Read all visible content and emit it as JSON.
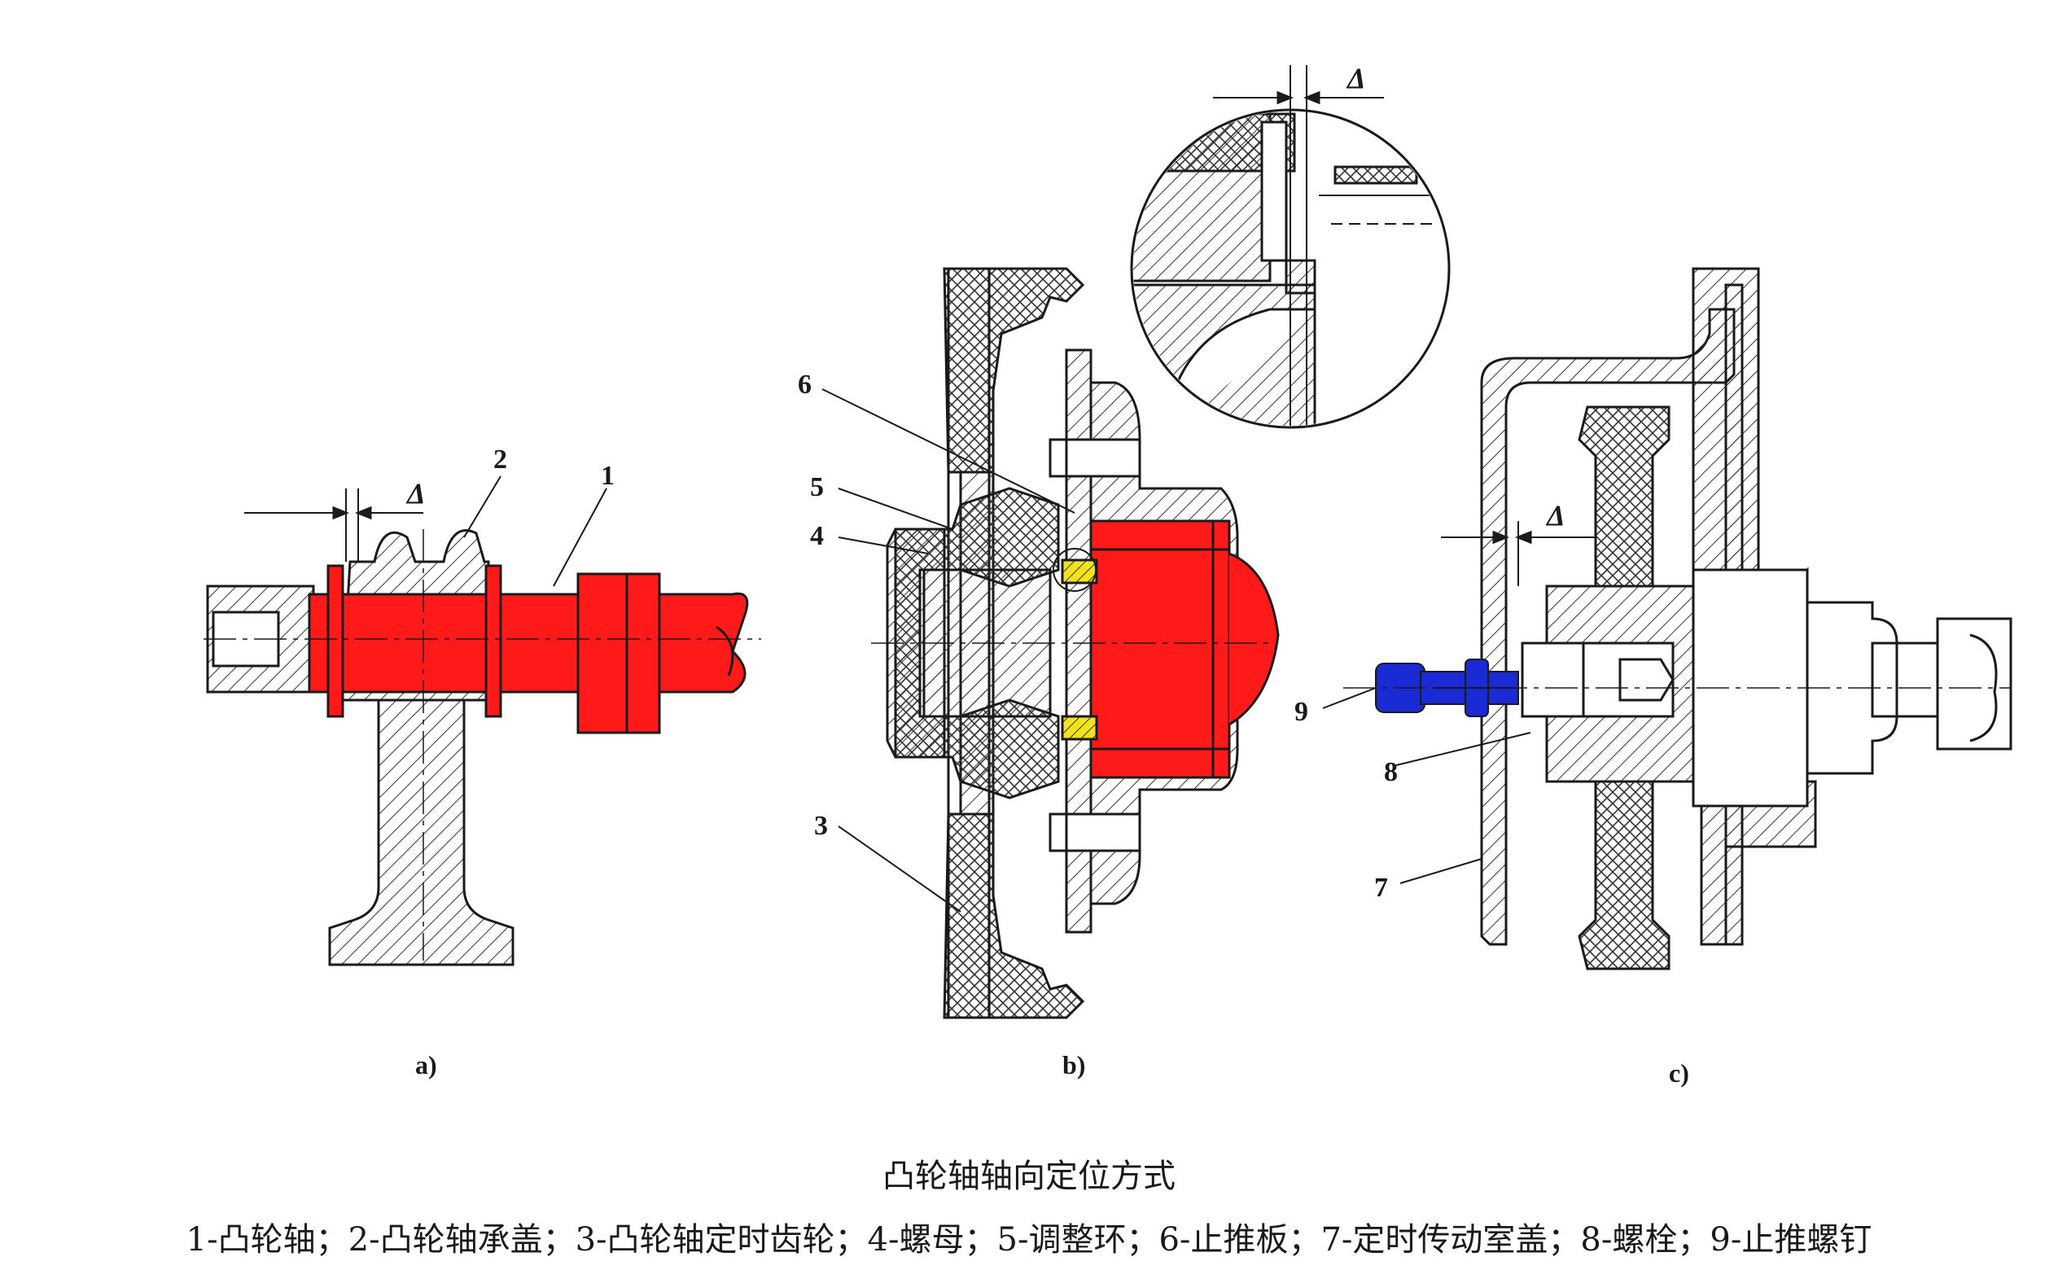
{
  "figure": {
    "title": "凸轮轴轴向定位方式",
    "legend": "1-凸轮轴；2-凸轮轴承盖；3-凸轮轴定时齿轮；4-螺母；5-调整环；6-止推板；7-定时传动室盖；8-螺栓；9-止推螺钉",
    "subfigure_labels": {
      "a": "a)",
      "b": "b)",
      "c": "c)"
    },
    "clearance_symbol": "Δ",
    "part_numbers": {
      "n1": "1",
      "n2": "2",
      "n3": "3",
      "n4": "4",
      "n5": "5",
      "n6": "6",
      "n7": "7",
      "n8": "8",
      "n9": "9"
    },
    "colors": {
      "camshaft_highlight": "#ff1a1a",
      "adjusting_ring_highlight": "#f4e21a",
      "thrust_screw_highlight": "#1a2bd6",
      "line": "#1a1a1a"
    }
  }
}
